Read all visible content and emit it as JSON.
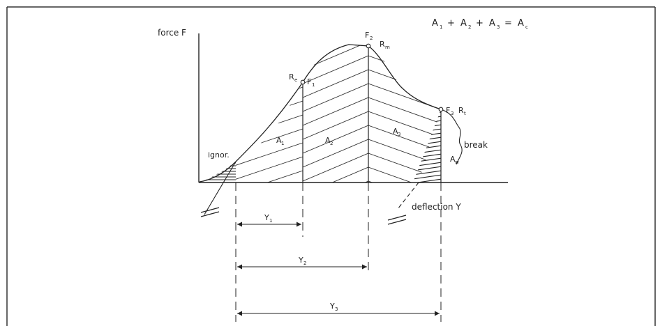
{
  "formula": {
    "a1": "A",
    "s1": "1",
    "plus1": "+",
    "a2": "A",
    "s2": "2",
    "plus2": "+",
    "a3": "A",
    "s3": "3",
    "eq": "=",
    "ac": "A",
    "sc": "c"
  },
  "axes": {
    "y_label": "force F",
    "x_label": "deflection Y"
  },
  "points": {
    "re": "R",
    "re_sub": "e",
    "f1": "F",
    "f1_sub": "1",
    "f2": "F",
    "f2_sub": "2",
    "rm": "R",
    "rm_sub": "m",
    "f3": "F",
    "f3_sub": "3",
    "rt": "R",
    "rt_sub": "t"
  },
  "areas": {
    "ignor": "ignor.",
    "a1": "A",
    "a1_sub": "1",
    "a2": "A",
    "a2_sub": "2",
    "a3": "A",
    "a3_sub": "3",
    "aw": "A",
    "aw_sub": "w"
  },
  "break_label": "break",
  "dims": {
    "y1": "Y",
    "y1_sub": "1",
    "y2": "Y",
    "y2_sub": "2",
    "y3": "Y",
    "y3_sub": "3"
  }
}
